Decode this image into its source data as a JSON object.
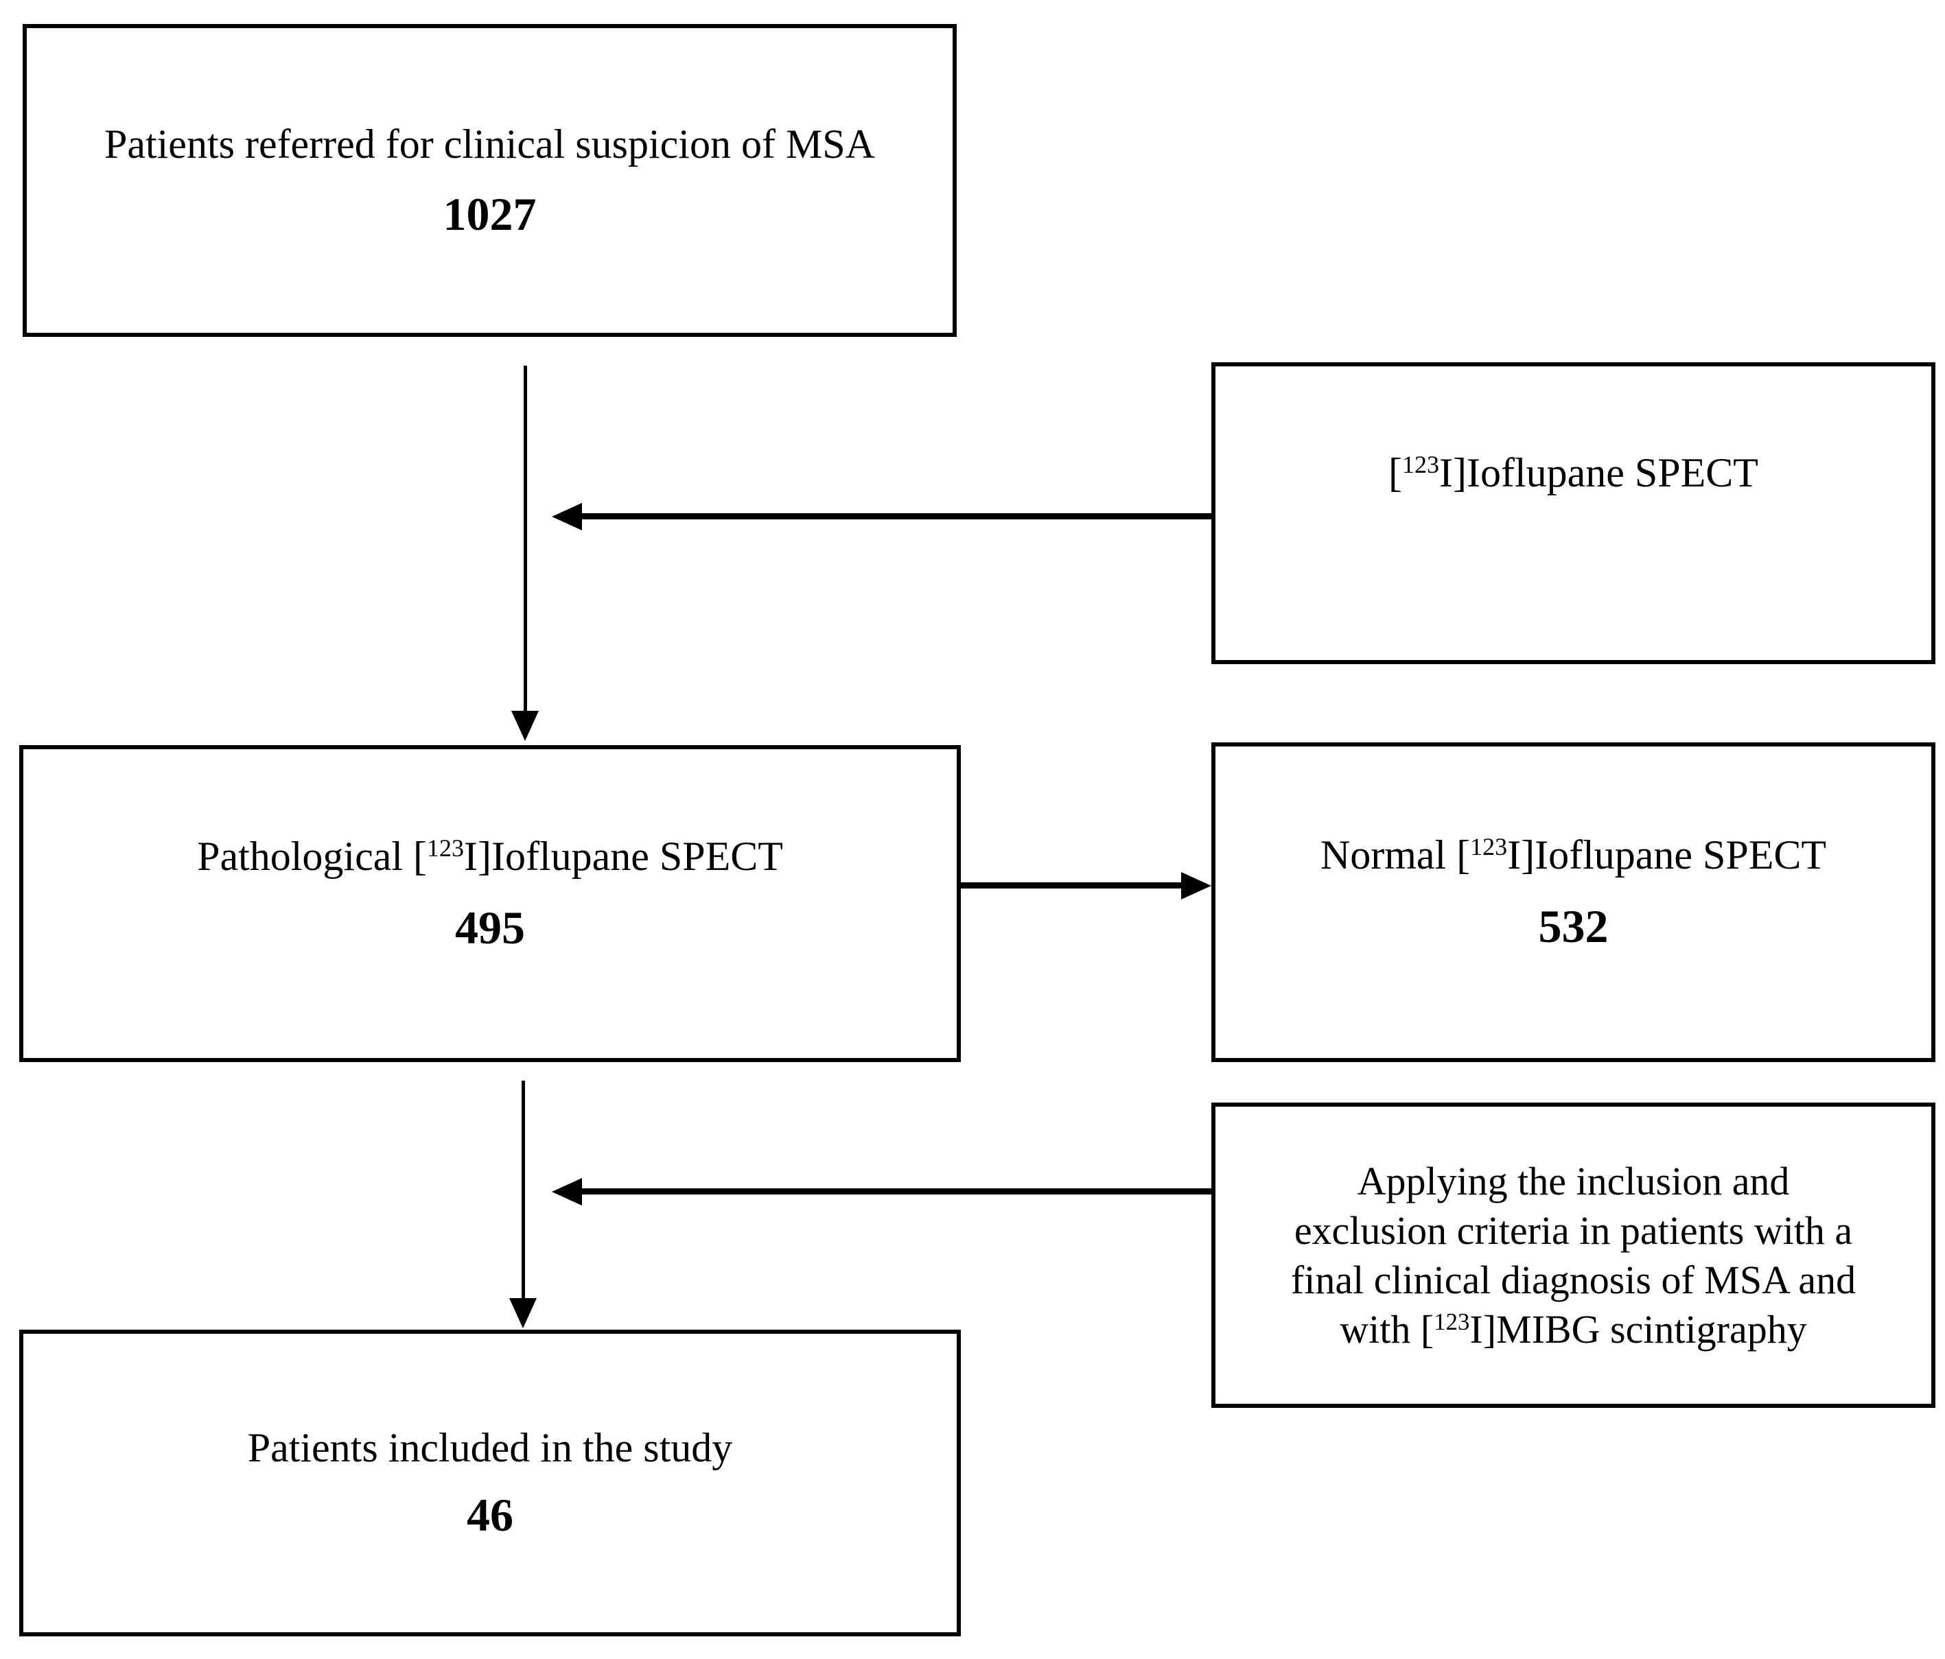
{
  "colors": {
    "ink": "#000000",
    "paper": "#ffffff"
  },
  "boxes": {
    "referred": {
      "label": "Patients referred for clinical suspicion of MSA",
      "count": "1027"
    },
    "spect": {
      "pre": "[",
      "isotope": "123",
      "post": "I]Ioflupane SPECT"
    },
    "pathological": {
      "pre": "Pathological [",
      "isotope": "123",
      "post": "I]Ioflupane SPECT",
      "count": "495"
    },
    "normal": {
      "pre": "Normal [",
      "isotope": "123",
      "post": "I]Ioflupane SPECT",
      "count": "532"
    },
    "criteria": {
      "line1": "Applying the inclusion and",
      "line2": "exclusion criteria in patients with a",
      "line3": "final clinical diagnosis of MSA and",
      "line4_pre": "with [",
      "isotope": "123",
      "line4_post": "I]MIBG scintigraphy"
    },
    "included": {
      "label": "Patients included in the study",
      "count": "46"
    }
  },
  "arrows": [
    {
      "from": "referred",
      "to": "pathological",
      "direction": "down"
    },
    {
      "from": "spect",
      "to": "main-flow",
      "direction": "left"
    },
    {
      "from": "pathological",
      "to": "normal",
      "direction": "right"
    },
    {
      "from": "pathological",
      "to": "included",
      "direction": "down"
    },
    {
      "from": "criteria",
      "to": "main-flow",
      "direction": "left"
    }
  ]
}
